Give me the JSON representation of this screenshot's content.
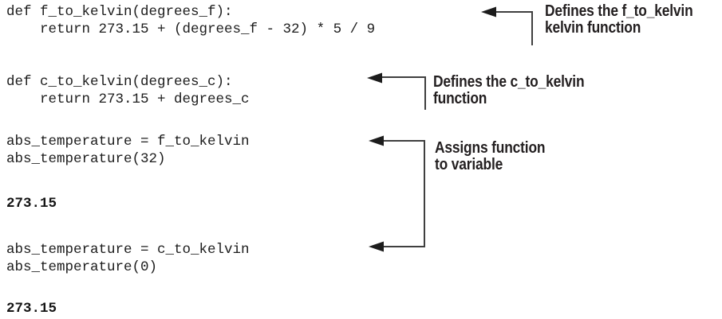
{
  "colors": {
    "background": "#ffffff",
    "code_text": "#1c1c1c",
    "annotation_text": "#231f20",
    "arrow_line": "#3f3f3f",
    "arrowhead": "#1c1c1c"
  },
  "code": {
    "lines": [
      "def f_to_kelvin(degrees_f):",
      "    return 273.15 + (degrees_f - 32) * 5 / 9",
      "def c_to_kelvin(degrees_c):",
      "    return 273.15 + degrees_c",
      "abs_temperature = f_to_kelvin",
      "abs_temperature(32)",
      "273.15",
      "abs_temperature = c_to_kelvin",
      "abs_temperature(0)",
      "273.15"
    ]
  },
  "annotations": [
    {
      "icon": "arrow-left-icon",
      "lines": [
        "Defines the f_to_kelvin",
        "kelvin function"
      ]
    },
    {
      "icon": "arrow-left-icon",
      "lines": [
        "Defines the c_to_kelvin",
        "function"
      ]
    },
    {
      "icon": "arrow-left-icon",
      "lines": [
        "Assigns function",
        "to variable"
      ]
    }
  ]
}
